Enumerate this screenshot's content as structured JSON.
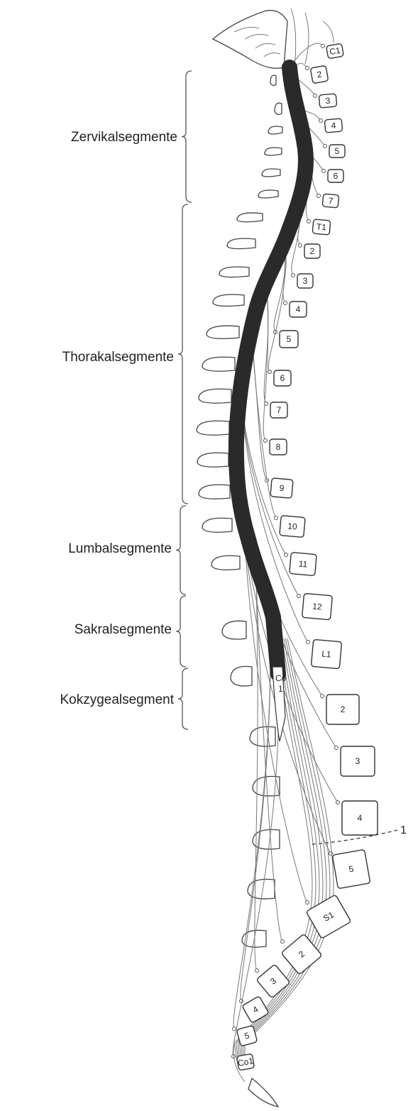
{
  "regions": [
    {
      "label": "Zervikalsegmente"
    },
    {
      "label": "Thorakalsegmente"
    },
    {
      "label": "Lumbalsegmente"
    },
    {
      "label": "Sakralsegmente"
    },
    {
      "label": "Kokzygealsegment"
    }
  ],
  "vertebra_labels": [
    "C1",
    "2",
    "3",
    "4",
    "5",
    "6",
    "7",
    "T1",
    "2",
    "3",
    "4",
    "5",
    "6",
    "7",
    "8",
    "9",
    "10",
    "11",
    "12",
    "L1",
    "2",
    "3",
    "4",
    "5",
    "S1",
    "2",
    "3",
    "4",
    "5",
    "Co1"
  ],
  "segment_tip_label": "Co\n1",
  "marker_label": "1"
}
